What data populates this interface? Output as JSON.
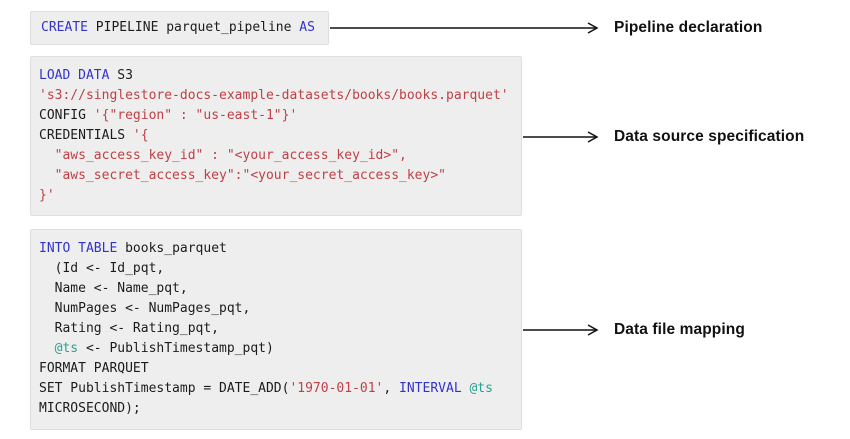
{
  "colors": {
    "keyword": "#3333cc",
    "string": "#bf4045",
    "variable": "#2aa18d",
    "plain": "#1c1c1c",
    "block_bg": "#eeeeee",
    "block_border": "#dedede",
    "arrow": "#111111",
    "label_text": "#111111"
  },
  "blocks": [
    {
      "label": "Pipeline declaration",
      "code": [
        [
          {
            "t": "CREATE",
            "c": "keyword"
          },
          {
            "t": " PIPELINE parquet_pipeline ",
            "c": "plain"
          },
          {
            "t": "AS",
            "c": "keyword"
          }
        ]
      ]
    },
    {
      "label": "Data source specification",
      "code": [
        [
          {
            "t": "LOAD DATA",
            "c": "keyword"
          },
          {
            "t": " S3",
            "c": "plain"
          }
        ],
        [
          {
            "t": "'s3://singlestore-docs-example-datasets/books/books.parquet'",
            "c": "string"
          }
        ],
        [
          {
            "t": "CONFIG ",
            "c": "plain"
          },
          {
            "t": "'{\"region\" : \"us-east-1\"}'",
            "c": "string"
          }
        ],
        [
          {
            "t": "CREDENTIALS ",
            "c": "plain"
          },
          {
            "t": "'{",
            "c": "string"
          }
        ],
        [
          {
            "t": "  \"aws_access_key_id\" : \"<your_access_key_id>\",",
            "c": "string"
          }
        ],
        [
          {
            "t": "  \"aws_secret_access_key\":\"<your_secret_access_key>\"",
            "c": "string"
          }
        ],
        [
          {
            "t": "}'",
            "c": "string"
          }
        ]
      ]
    },
    {
      "label": "Data file mapping",
      "code": [
        [
          {
            "t": "INTO TABLE",
            "c": "keyword"
          },
          {
            "t": " books_parquet",
            "c": "plain"
          }
        ],
        [
          {
            "t": "  (Id <- Id_pqt,",
            "c": "plain"
          }
        ],
        [
          {
            "t": "  Name <- Name_pqt,",
            "c": "plain"
          }
        ],
        [
          {
            "t": "  NumPages <- NumPages_pqt,",
            "c": "plain"
          }
        ],
        [
          {
            "t": "  Rating <- Rating_pqt,",
            "c": "plain"
          }
        ],
        [
          {
            "t": "  ",
            "c": "plain"
          },
          {
            "t": "@ts",
            "c": "variable"
          },
          {
            "t": " <- PublishTimestamp_pqt)",
            "c": "plain"
          }
        ],
        [
          {
            "t": "FORMAT PARQUET",
            "c": "plain"
          }
        ],
        [
          {
            "t": "SET PublishTimestamp = DATE_ADD(",
            "c": "plain"
          },
          {
            "t": "'1970-01-01'",
            "c": "string"
          },
          {
            "t": ", ",
            "c": "plain"
          },
          {
            "t": "INTERVAL",
            "c": "keyword"
          },
          {
            "t": " ",
            "c": "plain"
          },
          {
            "t": "@ts",
            "c": "variable"
          }
        ],
        [
          {
            "t": "MICROSECOND);",
            "c": "plain"
          }
        ]
      ]
    }
  ]
}
